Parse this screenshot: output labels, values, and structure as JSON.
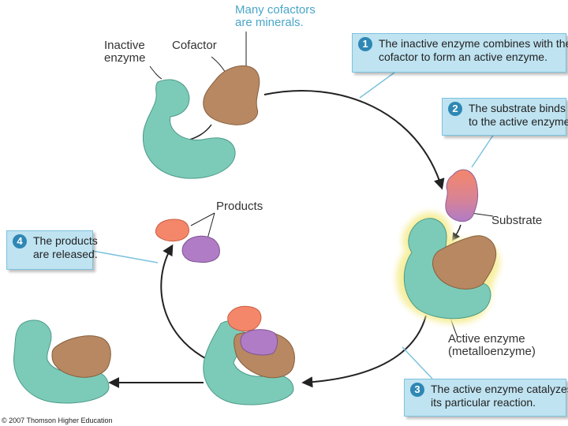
{
  "labels": {
    "minerals_note": [
      "Many cofactors",
      "are minerals."
    ],
    "inactive_enzyme": [
      "Inactive",
      "enzyme"
    ],
    "cofactor": "Cofactor",
    "products": "Products",
    "substrate": "Substrate",
    "active_enzyme": [
      "Active enzyme",
      "(metalloenzyme)"
    ]
  },
  "steps": [
    {
      "number": "1",
      "lines": [
        "The inactive enzyme combines with the",
        "cofactor to form an active enzyme."
      ]
    },
    {
      "number": "2",
      "lines": [
        "The substrate binds",
        "to the active enzyme."
      ]
    },
    {
      "number": "3",
      "lines": [
        "The active enzyme catalyzes",
        "its particular reaction."
      ]
    },
    {
      "number": "4",
      "lines": [
        "The products",
        "are released."
      ]
    }
  ],
  "copyright": "© 2007 Thomson Higher Education",
  "colors": {
    "enzyme": "#7ccbb8",
    "cofactor": "#b88862",
    "substrate_top": "#f4876a",
    "substrate_bottom": "#b07cc6",
    "product_orange": "#f4876a",
    "product_purple": "#b07cc6",
    "box_fill": "#bfe3f1",
    "badge": "#2e87b4",
    "glow": "#f6ee9a"
  }
}
